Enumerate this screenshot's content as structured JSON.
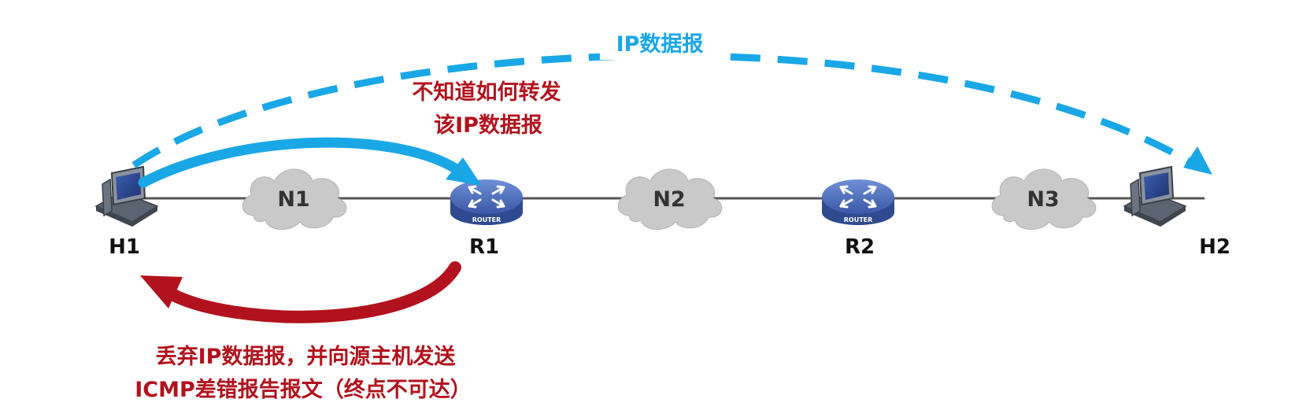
{
  "colors": {
    "blue": "#1aa7e6",
    "red": "#b2121d",
    "link": "#555555",
    "cloud": "#c9c9c9",
    "router": "#3e5aa0"
  },
  "hosts": [
    {
      "id": "H1",
      "label": "H1",
      "icon": "computer-icon"
    },
    {
      "id": "H2",
      "label": "H2",
      "icon": "computer-icon"
    }
  ],
  "routers": [
    {
      "id": "R1",
      "label": "R1",
      "icon": "router-icon",
      "caption": "ROUTER"
    },
    {
      "id": "R2",
      "label": "R2",
      "icon": "router-icon",
      "caption": "ROUTER"
    }
  ],
  "networks": [
    {
      "id": "N1",
      "label": "N1",
      "icon": "cloud-icon"
    },
    {
      "id": "N2",
      "label": "N2",
      "icon": "cloud-icon"
    },
    {
      "id": "N3",
      "label": "N3",
      "icon": "cloud-icon"
    }
  ],
  "annotations": {
    "datagram_label": "IP数据报",
    "unknown_forward_line1": "不知道如何转发",
    "unknown_forward_line2": "该IP数据报",
    "discard_line1": "丢弃IP数据报，并向源主机发送",
    "discard_line2": "ICMP差错报告报文（终点不可达）"
  }
}
